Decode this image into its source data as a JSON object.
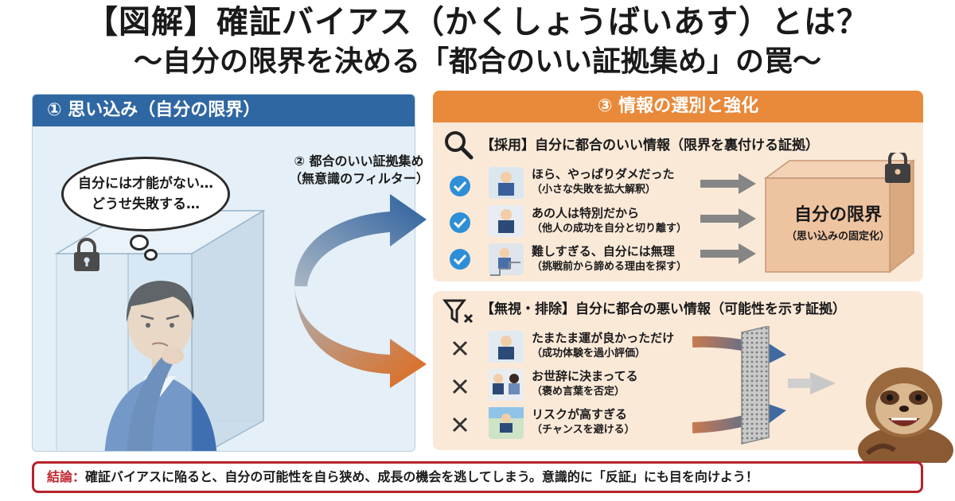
{
  "header": {
    "title": "【図解】確証バイアス（かくしょうばいあす）とは？",
    "subtitle": "〜自分の限界を決める「都合のいい証拠集め」の罠〜"
  },
  "left_panel": {
    "title": "① 思い込み（自分の限界）",
    "bubble_line1": "自分には才能がない…",
    "bubble_line2": "どうせ失敗する…"
  },
  "arrow": {
    "label_line1": "② 都合のいい証拠集め",
    "label_line2": "（無意識のフィルター）"
  },
  "right_panel": {
    "title": "③ 情報の選別と強化",
    "adopted": {
      "title": "【採用】自分に都合のいい情報（限界を裏付ける証拠）",
      "items": [
        {
          "main": "ほら、やっぱりダメだった",
          "sub": "（小さな失敗を拡大解釈）"
        },
        {
          "main": "あの人は特別だから",
          "sub": "（他人の成功を自分と切り離す）"
        },
        {
          "main": "難しすぎる、自分には無理",
          "sub": "（挑戦前から諦める理由を探す）"
        }
      ],
      "box_title": "自分の限界",
      "box_sub": "（思い込みの固定化）"
    },
    "rejected": {
      "title": "【無視・排除】自分に都合の悪い情報（可能性を示す証拠）",
      "items": [
        {
          "main": "たまたま運が良かっただけ",
          "sub": "（成功体験を過小評価）"
        },
        {
          "main": "お世辞に決まってる",
          "sub": "（褒め言葉を否定）"
        },
        {
          "main": "リスクが高すぎる",
          "sub": "（チャンスを避ける）"
        }
      ]
    }
  },
  "conclusion": {
    "label": "結論：",
    "text": "確証バイアスに陥ると、自分の可能性を自ら狭め、成長の機会を逃してしまう。意識的に「反証」にも目を向けよう！"
  },
  "colors": {
    "blue_header": "#2f67a3",
    "orange_header": "#e9893a",
    "panel_bg": "#fbe9d8",
    "check_blue": "#2e8fd6",
    "conclusion_red": "#b5222a"
  }
}
